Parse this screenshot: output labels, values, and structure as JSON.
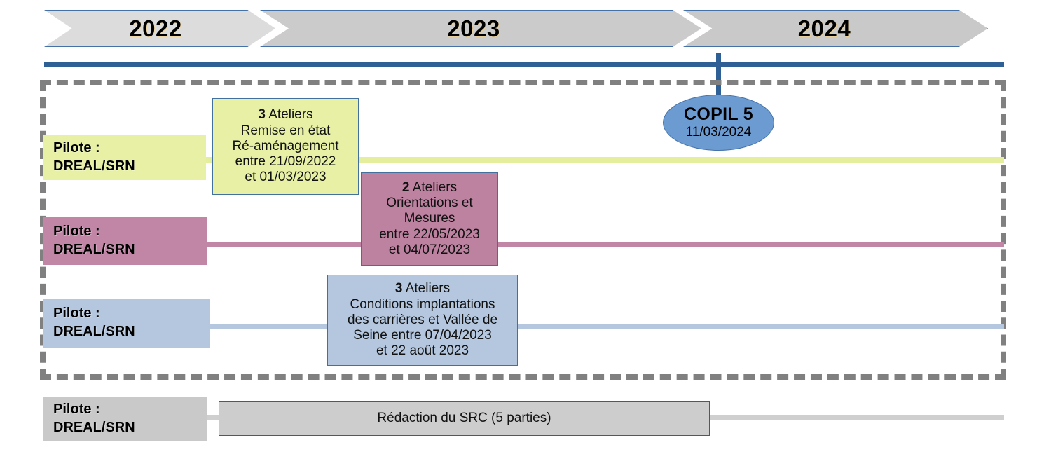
{
  "timeline": {
    "years": [
      {
        "label": "2022"
      },
      {
        "label": "2023"
      },
      {
        "label": "2024"
      }
    ],
    "milestone": {
      "title": "COPIL 5",
      "date": "11/03/2024"
    }
  },
  "workstreams": [
    {
      "color": "#E7F0A4",
      "pilot_line1": "Pilote :",
      "pilot_line2": "DREAL/SRN",
      "event": {
        "count": "3",
        "count_label": " Ateliers",
        "lines": [
          "Remise en état",
          "Ré-aménagement",
          "entre 21/09/2022",
          "et 01/03/2023"
        ]
      }
    },
    {
      "color": "#C186A6",
      "pilot_line1": "Pilote :",
      "pilot_line2": "DREAL/SRN",
      "event": {
        "count": "2",
        "count_label": " Ateliers",
        "lines": [
          "Orientations et",
          "Mesures",
          "entre 22/05/2023",
          "et 04/07/2023"
        ]
      }
    },
    {
      "color": "#B4C7DE",
      "pilot_line1": "Pilote :",
      "pilot_line2": "DREAL/SRN",
      "event": {
        "count": "3",
        "count_label": " Ateliers",
        "lines": [
          "Conditions implantations",
          "des carrières et Vallée de",
          "Seine entre 07/04/2023",
          "et 22 août 2023"
        ]
      }
    }
  ],
  "bottom_row": {
    "color": "#C9C9C9",
    "pilot_line1": "Pilote :",
    "pilot_line2": "DREAL/SRN",
    "task_label": "Rédaction du SRC (5 parties)"
  },
  "colors": {
    "axis_blue": "#2E6096",
    "border_blue": "#41719C",
    "dashed_gray": "#808080",
    "milestone_blue": "#6C9BD2"
  }
}
